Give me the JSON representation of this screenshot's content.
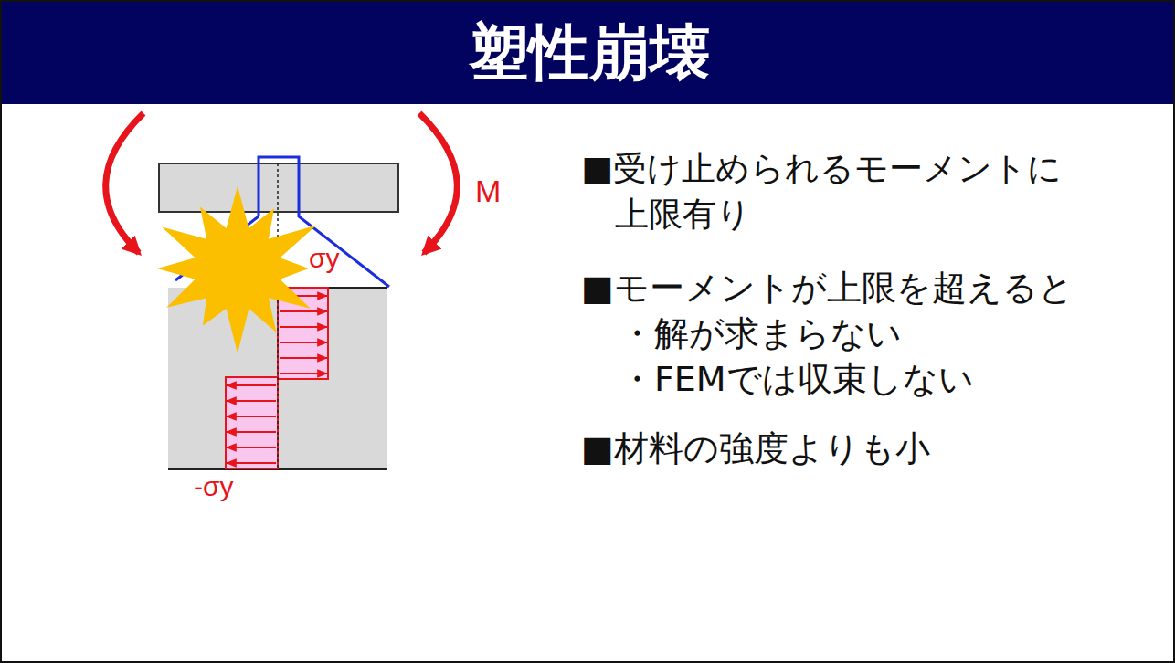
{
  "diagram": {
    "title": "塑性崩壊",
    "labels": [
      "M",
      "σy",
      "-σy",
      "■受け止められるモーメントに 上限有り",
      "■モーメントが上限を超えると",
      "・解が求まらない",
      "・FEMでは収束しない",
      "■材料の強度よりも小"
    ]
  }
}
